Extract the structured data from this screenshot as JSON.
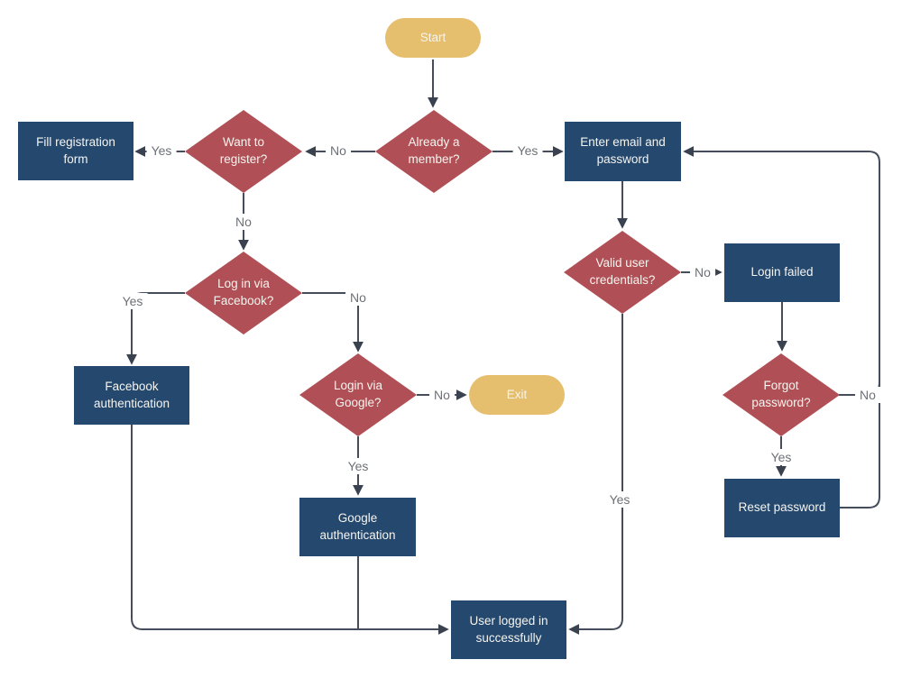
{
  "diagram_type": "flowchart",
  "colors": {
    "bg": "#ffffff",
    "node-blue": "#25486e",
    "node-red": "#b05056",
    "node-gold": "#e5be6e",
    "node-text": "#f5f4ef",
    "line": "#454d5c",
    "arrow": "#3a4250",
    "label-text": "#6d7177"
  },
  "nodes": {
    "start": {
      "label": "Start",
      "type": "terminal"
    },
    "already_member": {
      "label": "Already a member?",
      "type": "decision"
    },
    "want_register": {
      "label": "Want to register?",
      "type": "decision"
    },
    "fill_registration": {
      "label": "Fill registration form",
      "type": "process"
    },
    "enter_email": {
      "label": "Enter email and password",
      "type": "process"
    },
    "valid_credentials": {
      "label": "Valid user credentials?",
      "type": "decision"
    },
    "login_failed": {
      "label": "Login failed",
      "type": "process"
    },
    "forgot_password": {
      "label": "Forgot password?",
      "type": "decision"
    },
    "reset_password": {
      "label": "Reset password",
      "type": "process"
    },
    "login_facebook": {
      "label": "Log in via Facebook?",
      "type": "decision"
    },
    "facebook_auth": {
      "label": "Facebook authentication",
      "type": "process"
    },
    "login_google": {
      "label": "Login via Google?",
      "type": "decision"
    },
    "exit": {
      "label": "Exit",
      "type": "terminal"
    },
    "google_auth": {
      "label": "Google authentication",
      "type": "process"
    },
    "user_logged_in": {
      "label": "User logged in successfully",
      "type": "process"
    }
  },
  "edge_labels": {
    "already_to_want": "No",
    "already_to_enter": "Yes",
    "want_to_fill": "Yes",
    "want_to_facebook": "No",
    "facebook_to_auth": "Yes",
    "facebook_to_google": "No",
    "google_to_exit": "No",
    "google_to_auth": "Yes",
    "valid_to_user": "Yes",
    "valid_to_failed": "No",
    "forgot_to_reset": "Yes",
    "forgot_to_loop": "No"
  }
}
